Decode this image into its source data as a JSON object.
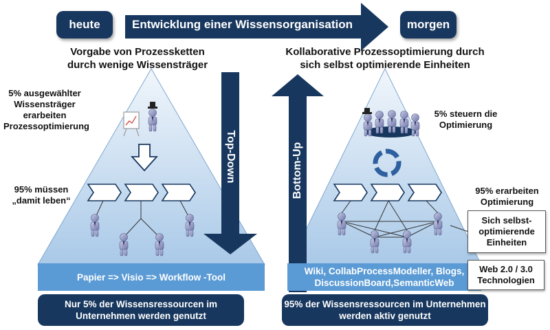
{
  "top": {
    "left_pill": "heute",
    "center_arrow": "Entwicklung einer Wissensorganisation",
    "right_pill": "morgen"
  },
  "left": {
    "heading": "Vorgabe von Prozessketten durch wenige Wissensträger",
    "label_top": "5% ausgewählter Wissensträger erarbeiten Prozessoptimierung",
    "label_bottom": "95% müssen „damit leben“",
    "vertical_arrow": "Top-Down",
    "tool_bar": "Papier => Visio => Workflow -Tool",
    "footer": "Nur 5% der Wissensressourcen im Unternehmen werden genutzt"
  },
  "right": {
    "heading": "Kollaborative Prozessoptimierung durch sich selbst optimierende Einheiten",
    "label_top": "5% steuern die Optimierung",
    "label_bottom": "95% erarbeiten Optimierung",
    "vertical_arrow": "Bottom-Up",
    "box_units": "Sich selbst-optimierende Einheiten",
    "tool_bar": "Wiki, CollabProcessModeller, Blogs, DiscussionBoard,SemanticWeb",
    "box_tech": "Web 2.0 / 3.0 Technologien",
    "footer": "95% der Wissensressourcen im Unternehmen werden aktiv genutzt"
  },
  "colors": {
    "navy": "#17375e",
    "light_blue": "#5b9bd5",
    "triangle_top": "#e8f0f8",
    "triangle_bottom": "#9dc3e6"
  }
}
